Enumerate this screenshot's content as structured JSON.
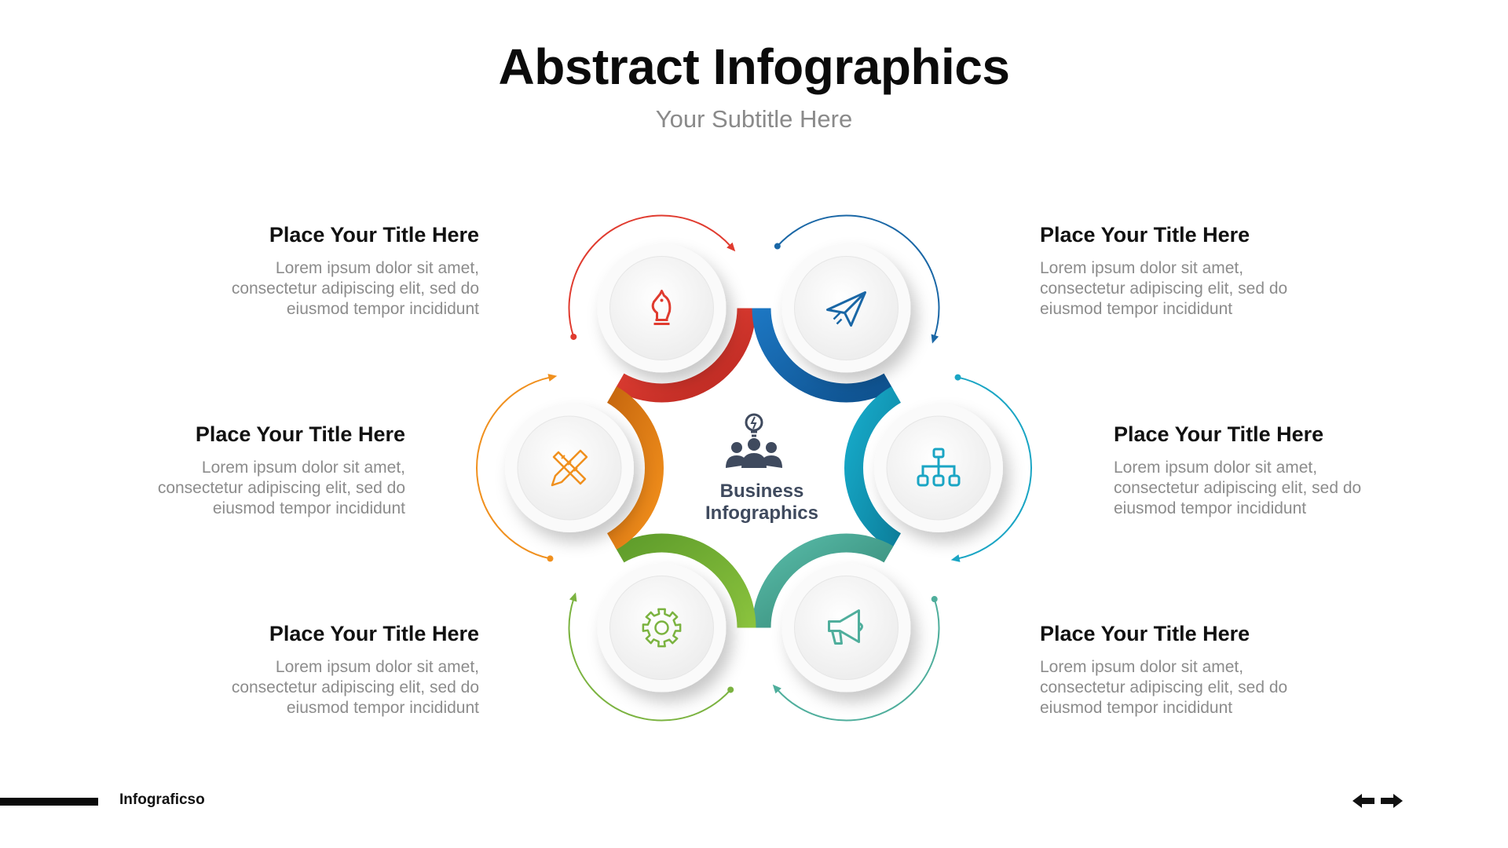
{
  "header": {
    "title": "Abstract Infographics",
    "subtitle": "Your Subtitle Here"
  },
  "center": {
    "line1": "Business",
    "line2": "Infographics",
    "icon": "team-idea-icon"
  },
  "items": [
    {
      "title": "Place Your Title Here",
      "desc_lines": [
        "Lorem ipsum dolor sit amet,",
        "consectetur adipiscing elit, sed do",
        "eiusmod tempor incididunt"
      ],
      "icon": "chess-knight-icon",
      "color": "#e03b2f"
    },
    {
      "title": "Place Your Title Here",
      "desc_lines": [
        "Lorem ipsum dolor sit amet,",
        "consectetur adipiscing elit, sed do",
        "eiusmod tempor incididunt"
      ],
      "icon": "paper-plane-icon",
      "color": "#1a67a6"
    },
    {
      "title": "Place Your Title Here",
      "desc_lines": [
        "Lorem ipsum dolor sit amet,",
        "consectetur adipiscing elit, sed do",
        "eiusmod tempor incididunt"
      ],
      "icon": "hierarchy-icon",
      "color": "#1aa5c4"
    },
    {
      "title": "Place Your Title Here",
      "desc_lines": [
        "Lorem ipsum dolor sit amet,",
        "consectetur adipiscing elit, sed do",
        "eiusmod tempor incididunt"
      ],
      "icon": "megaphone-icon",
      "color": "#4fae9c"
    },
    {
      "title": "Place Your Title Here",
      "desc_lines": [
        "Lorem ipsum dolor sit amet,",
        "consectetur adipiscing elit, sed do",
        "eiusmod tempor incididunt"
      ],
      "icon": "gear-icon",
      "color": "#7bb340"
    },
    {
      "title": "Place Your Title Here",
      "desc_lines": [
        "Lorem ipsum dolor sit amet,",
        "consectetur adipiscing elit, sed do",
        "eiusmod tempor incididunt"
      ],
      "icon": "pencil-ruler-icon",
      "color": "#f0901e"
    }
  ],
  "footer": {
    "brand": "Infograficso",
    "prev_icon": "arrow-left-icon",
    "next_icon": "arrow-right-icon"
  }
}
